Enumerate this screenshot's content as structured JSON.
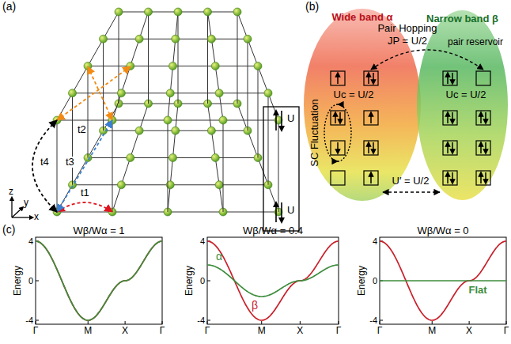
{
  "diagram": {
    "nodes": [
      {
        "text": [
          "Wide band α"
        ]
      },
      {
        "text": [
          "Narrow band β"
        ]
      }
    ],
    "labels": [
      "(a)",
      "t1",
      "t2",
      "t3",
      "t4",
      "U",
      "U",
      "z",
      "y",
      "x",
      "(b)",
      "JP = U/2",
      "Pair Hopping",
      "pair reservoir",
      "Uc = U/2",
      "Uc = U/2",
      "SC Fluctuation",
      "U′ = U/2",
      "(c)",
      "Wβ/Wα = 1",
      "4",
      "0",
      "-4",
      "Energy",
      "Γ",
      "M",
      "X",
      "Γ",
      "Wβ/Wα = 0.4",
      "4",
      "0",
      "-4",
      "Energy",
      "Γ",
      "M",
      "X",
      "Γ",
      "Wβ/Wα = 0",
      "4",
      "0",
      "-4",
      "Energy",
      "Γ",
      "M",
      "X",
      "Γ",
      "α",
      "β",
      "Flat"
    ]
  }
}
